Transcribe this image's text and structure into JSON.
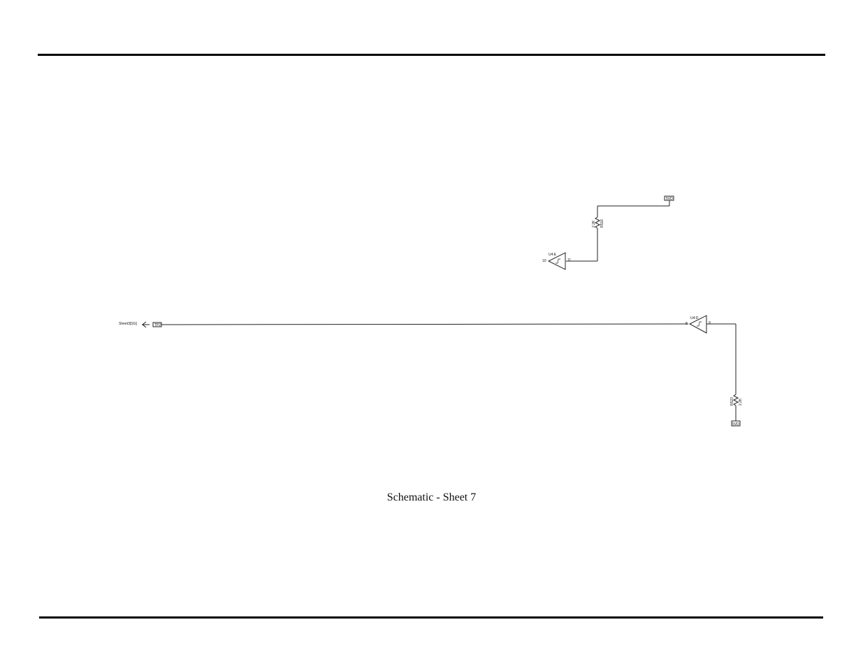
{
  "page": {
    "caption": "Schematic  -  Sheet 7"
  },
  "schematic": {
    "upper_circuit": {
      "buffer": {
        "ref": "U4:E",
        "pin_in": "10",
        "pin_out": "11"
      },
      "resistor": {
        "ref": "R516",
        "value": "2.2K"
      },
      "power_flag": "5VD"
    },
    "lower_circuit": {
      "buffer": {
        "ref": "U4:D",
        "pin_in": "8",
        "pin_out": "9"
      },
      "resistor": {
        "ref": "R523",
        "value": "2.2K"
      },
      "power_flag": "5VD",
      "offsheet_label": "Sheet3[SG]",
      "port_label": "TP2"
    }
  }
}
